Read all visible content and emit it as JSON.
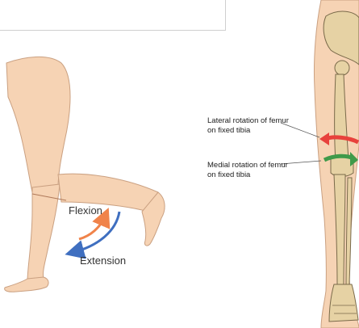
{
  "labels": {
    "flexion": "Flexion",
    "extension": "Extension",
    "lateral_rotation": [
      "Lateral rotation of femur",
      "on fixed tibia"
    ],
    "medial_rotation": [
      "Medial rotation of femur",
      "on fixed tibia"
    ]
  },
  "colors": {
    "skin": "#f6d3b4",
    "skin_outline": "#caa081",
    "skin_shade": "#e9bb98",
    "bone": "#e6d2a4",
    "bone_outline": "#7a6a4a",
    "flexion_arrow": "#f0834a",
    "extension_arrow": "#3f6fc0",
    "lateral_arrow": "#e8413c",
    "medial_arrow": "#3f9a4a"
  }
}
